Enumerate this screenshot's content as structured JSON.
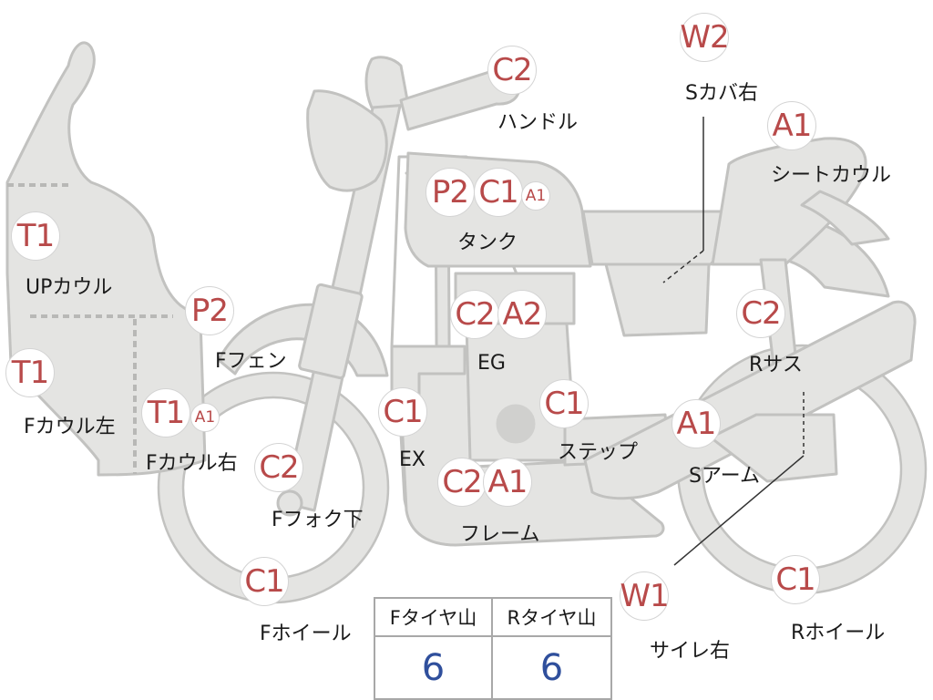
{
  "parts": [
    {
      "id": "up-cowl",
      "name": "UPカウル",
      "codes": [
        "T1"
      ]
    },
    {
      "id": "f-cowl-left",
      "name": "Fカウル左",
      "codes": [
        "T1"
      ]
    },
    {
      "id": "f-cowl-right",
      "name": "Fカウル右",
      "codes": [
        "T1",
        "A1"
      ]
    },
    {
      "id": "f-fender",
      "name": "Fフェン",
      "codes": [
        "P2"
      ]
    },
    {
      "id": "f-fork-lower",
      "name": "Fフォク下",
      "codes": [
        "C2"
      ]
    },
    {
      "id": "f-wheel",
      "name": "Fホイール",
      "codes": [
        "C1"
      ]
    },
    {
      "id": "handle",
      "name": "ハンドル",
      "codes": [
        "C2"
      ]
    },
    {
      "id": "tank",
      "name": "タンク",
      "codes": [
        "P2",
        "C1",
        "A1"
      ]
    },
    {
      "id": "engine",
      "name": "EG",
      "codes": [
        "C2",
        "A2"
      ]
    },
    {
      "id": "exhaust",
      "name": "EX",
      "codes": [
        "C1"
      ]
    },
    {
      "id": "step",
      "name": "ステップ",
      "codes": [
        "C1"
      ]
    },
    {
      "id": "frame",
      "name": "フレーム",
      "codes": [
        "C2",
        "A1"
      ]
    },
    {
      "id": "side-cover-right",
      "name": "Sカバ右",
      "codes": [
        "W2"
      ]
    },
    {
      "id": "seat-cowl",
      "name": "シートカウル",
      "codes": [
        "A1"
      ]
    },
    {
      "id": "rear-suspension",
      "name": "Rサス",
      "codes": [
        "C2"
      ]
    },
    {
      "id": "swing-arm",
      "name": "Sアーム",
      "codes": [
        "A1"
      ]
    },
    {
      "id": "silencer-right",
      "name": "サイレ右",
      "codes": [
        "W1"
      ]
    },
    {
      "id": "r-wheel",
      "name": "Rホイール",
      "codes": [
        "C1"
      ]
    }
  ],
  "tire_tread": {
    "front_label": "Fタイヤ山",
    "rear_label": "Rタイヤ山",
    "front_value": "6",
    "rear_value": "6"
  },
  "colors": {
    "code_text": "#b84a4a",
    "value_text": "#2f4f9c",
    "part_fill": "#e4e4e2",
    "part_stroke": "#c2c2c0"
  }
}
